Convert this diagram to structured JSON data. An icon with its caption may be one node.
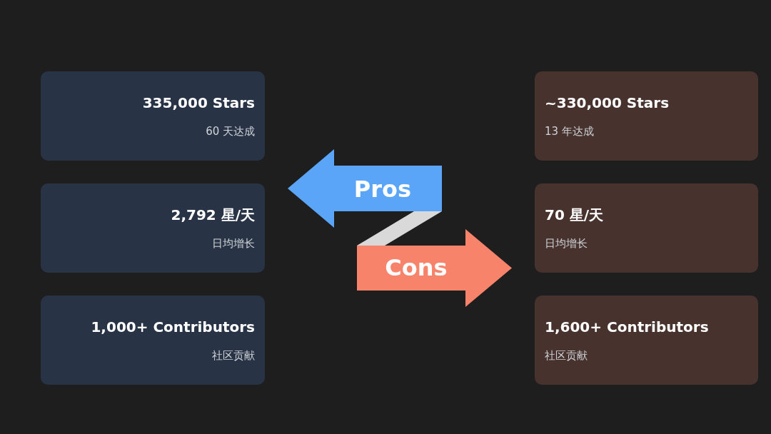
{
  "diagram": {
    "nodes": [
      {
        "text": [
          "335,000 Stars",
          "60 天达成"
        ]
      },
      {
        "text": [
          "2,792 星/天",
          "日均增长"
        ]
      },
      {
        "text": [
          "1,000+ Contributors",
          "社区贡献"
        ]
      },
      {
        "text": [
          "Pros"
        ]
      },
      {
        "text": [
          "Cons"
        ]
      },
      {
        "text": [
          "~330,000 Stars",
          "13 年达成"
        ]
      },
      {
        "text": [
          "70 星/天",
          "日均增长"
        ]
      },
      {
        "text": [
          "1,600+ Contributors",
          "社区贡献"
        ]
      }
    ],
    "edges": [
      {
        "from": 3,
        "to": 4,
        "arrow": "none",
        "style": "thick"
      }
    ]
  }
}
